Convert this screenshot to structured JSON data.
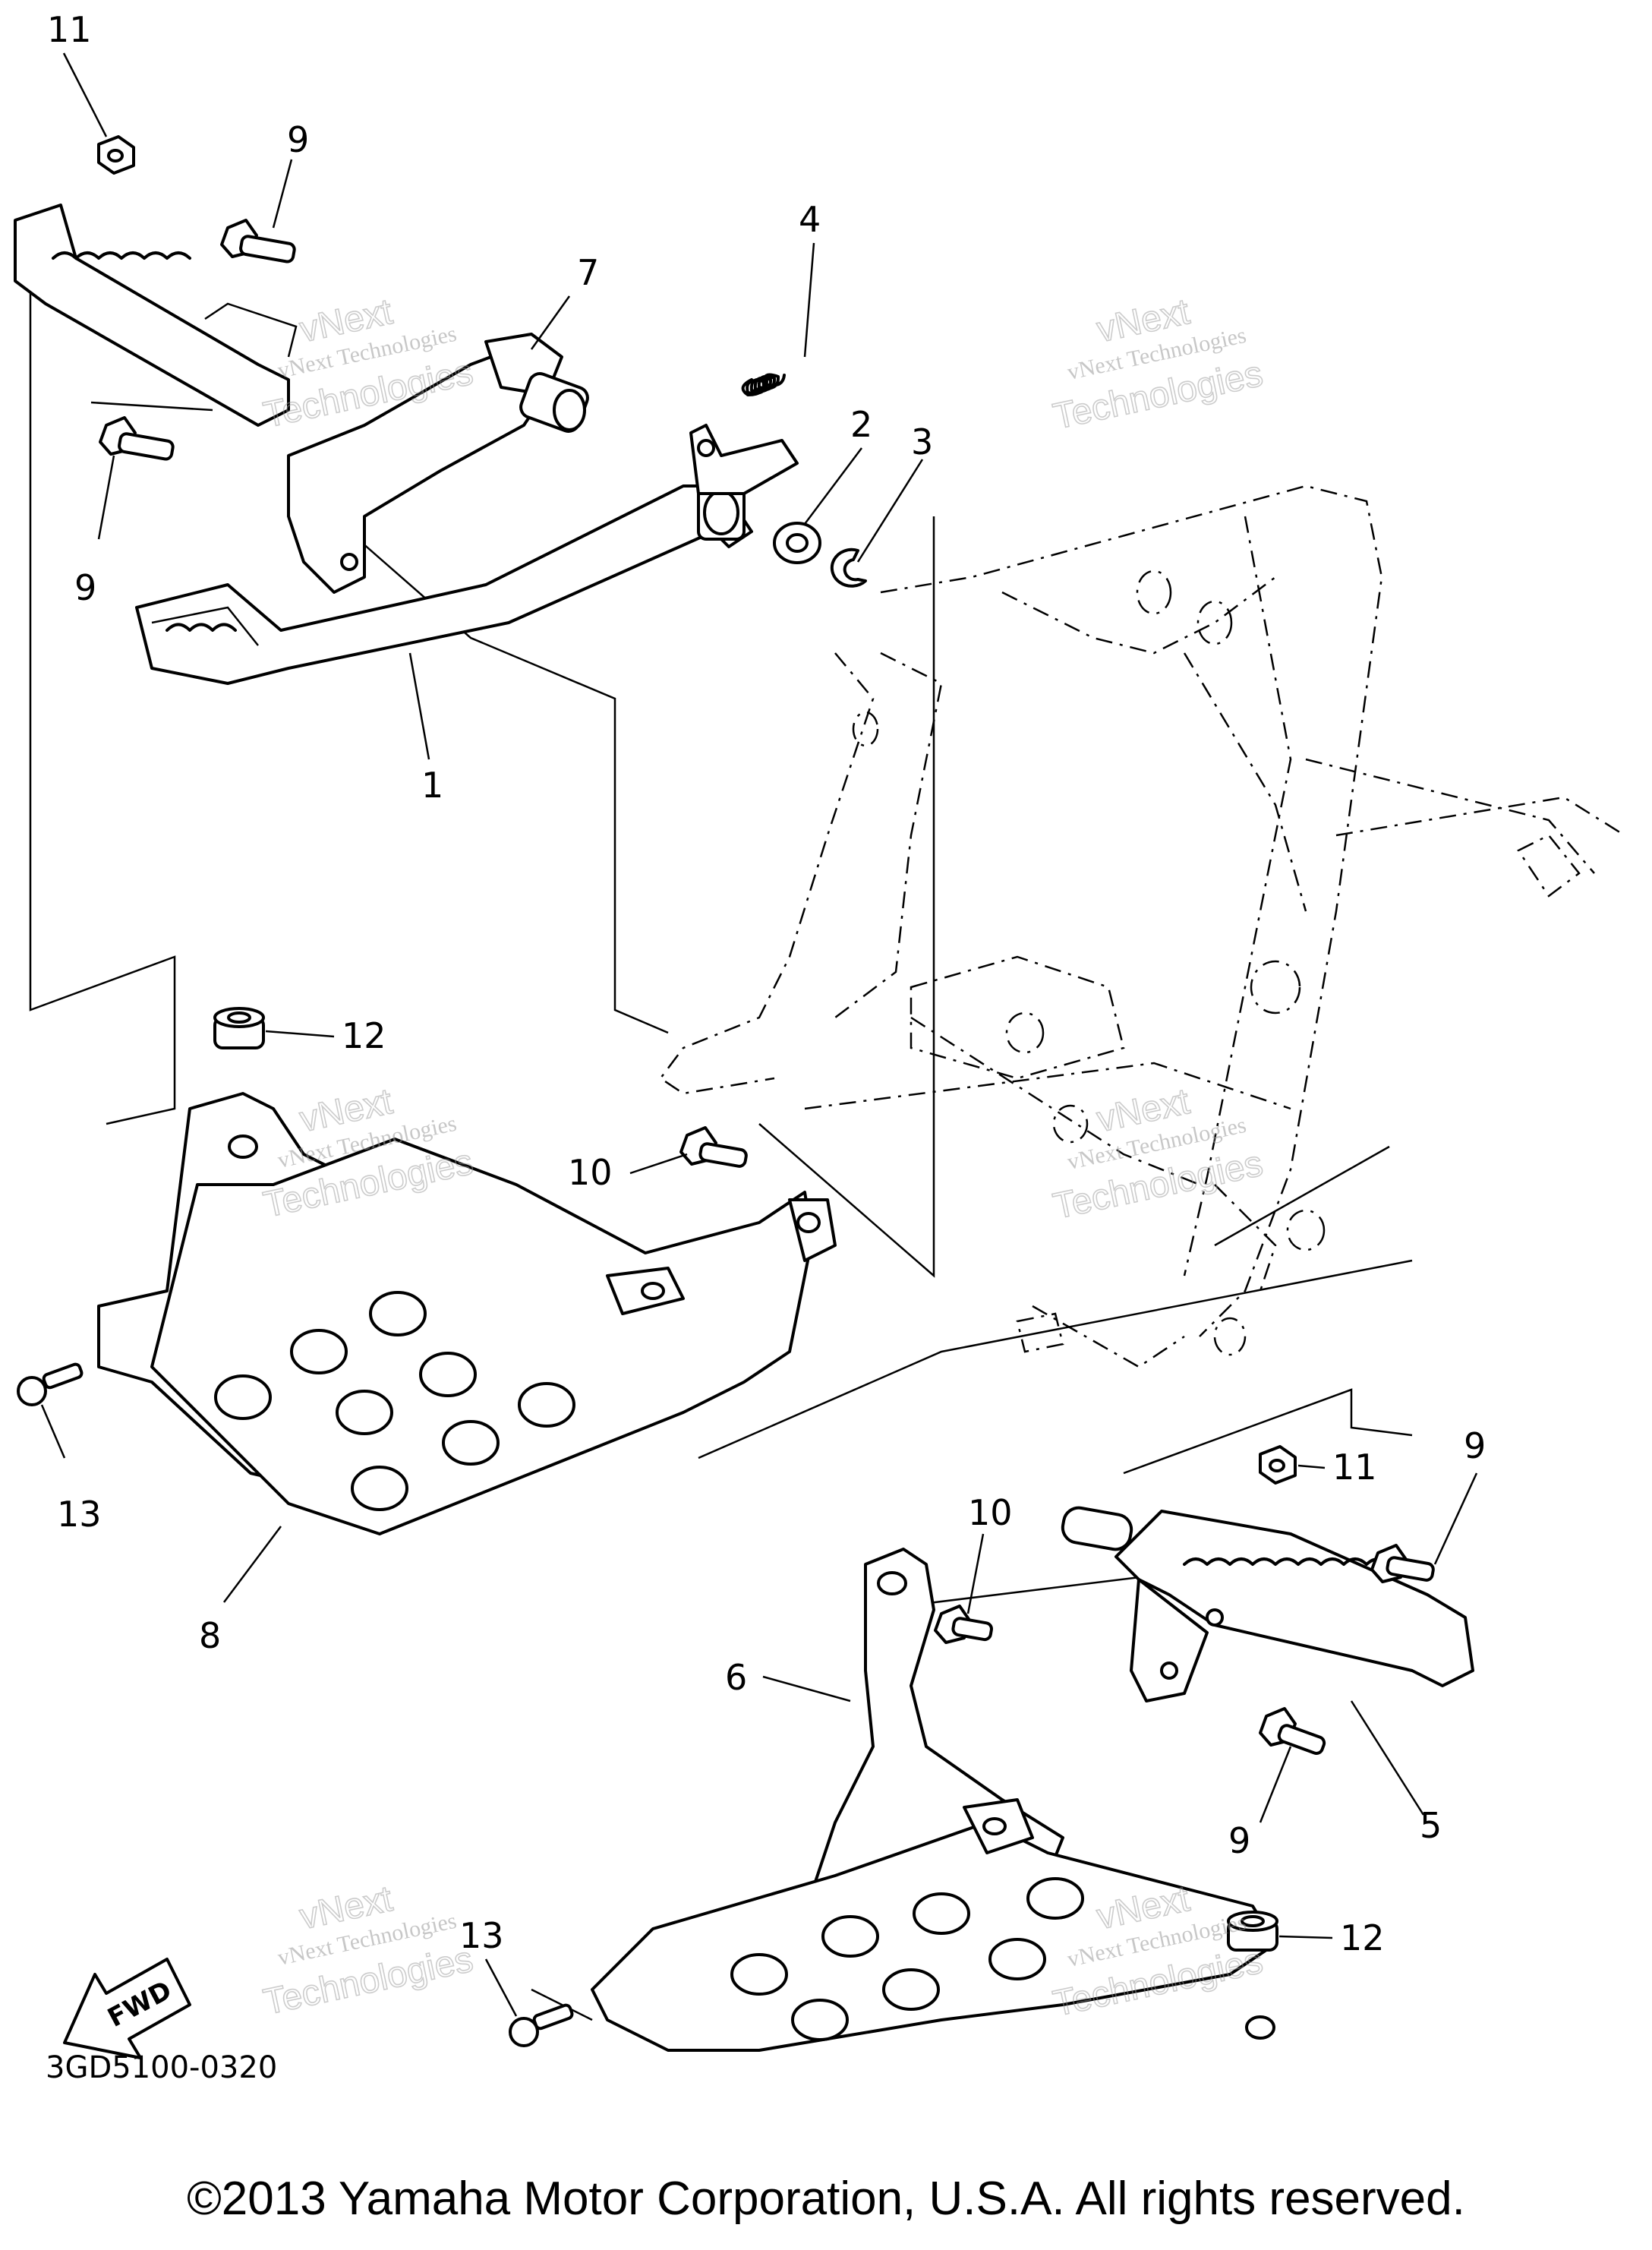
{
  "diagram": {
    "callouts": {
      "c1": "1",
      "c2": "2",
      "c3": "3",
      "c4": "4",
      "c5": "5",
      "c6": "6",
      "c7": "7",
      "c8": "8",
      "c9a": "9",
      "c9b": "9",
      "c9c": "9",
      "c9d": "9",
      "c10a": "10",
      "c10b": "10",
      "c11a": "11",
      "c11b": "11",
      "c12a": "12",
      "c12b": "12",
      "c13a": "13",
      "c13b": "13"
    },
    "fwd_label": "FWD",
    "code_label": "3GD5100-0320",
    "watermark": {
      "line1": "vNext Technologies",
      "line2": "vNext",
      "line3": "Technologies"
    }
  },
  "footer": {
    "copyright": "©2013 Yamaha Motor Corporation, U.S.A. All rights reserved."
  }
}
